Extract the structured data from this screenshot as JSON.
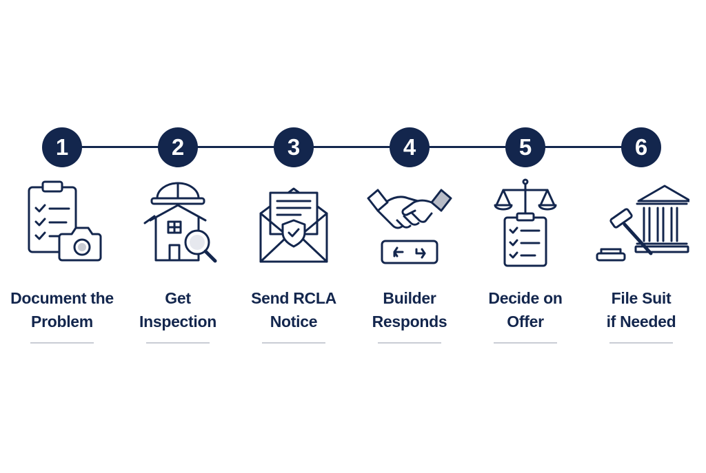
{
  "colors": {
    "primary": "#13264d",
    "underline": "#c9ccd4",
    "background": "#ffffff"
  },
  "steps": [
    {
      "number": "1",
      "label_line1": "Document the",
      "label_line2": "Problem",
      "icon": "clipboard-camera-icon"
    },
    {
      "number": "2",
      "label_line1": "Get",
      "label_line2": "Inspection",
      "icon": "house-inspection-icon"
    },
    {
      "number": "3",
      "label_line1": "Send RCLA",
      "label_line2": "Notice",
      "icon": "envelope-shield-icon"
    },
    {
      "number": "4",
      "label_line1": "Builder",
      "label_line2": "Responds",
      "icon": "handshake-icon"
    },
    {
      "number": "5",
      "label_line1": "Decide on",
      "label_line2": "Offer",
      "icon": "scales-checklist-icon"
    },
    {
      "number": "6",
      "label_line1": "File Suit",
      "label_line2": "if Needed",
      "icon": "gavel-courthouse-icon"
    }
  ]
}
